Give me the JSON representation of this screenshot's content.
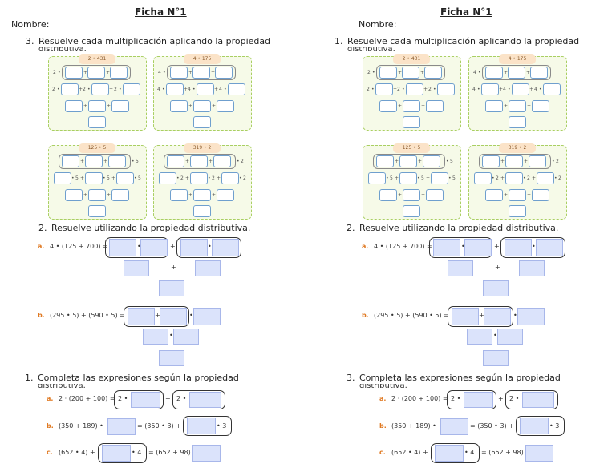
{
  "left": {
    "title": "Ficha N°1",
    "nombre": "Nombre:",
    "q_distributiva": {
      "number": "3.",
      "text": "Resuelve cada multiplicación aplicando la propiedad"
    },
    "q_resuelve": {
      "number": "2.",
      "text": "Resuelve utilizando la propiedad distributiva."
    },
    "q_completa": {
      "number": "1.",
      "text": "Completa las expresiones según la propiedad"
    }
  },
  "right": {
    "title": "Ficha N°1",
    "nombre": "Nombre:",
    "q_distributiva": {
      "number": "1.",
      "text": "Resuelve cada multiplicación aplicando la propiedad"
    },
    "q_resuelve": {
      "number": "2.",
      "text": "Resuelve utilizando la propiedad distributiva."
    },
    "q_completa": {
      "number": "3.",
      "text": "Completa las expresiones según la propiedad"
    }
  },
  "cutoff_text": "distributiva.",
  "panels": {
    "p1": {
      "tag": "2 • 431",
      "factor": "2"
    },
    "p2": {
      "tag": "4 • 175",
      "factor": "4"
    },
    "p3": {
      "tag": "125 • 5",
      "factor": "5"
    },
    "p4": {
      "tag": "319 • 2",
      "factor": "2"
    }
  },
  "ops": {
    "dot": "•",
    "plus": "+",
    "times": "•"
  },
  "ex_a": {
    "label": "a.",
    "expr": "4 • (125 + 700) ="
  },
  "ex_b": {
    "label": "b.",
    "expr": "(295 • 5) + (590 • 5) ="
  },
  "comp_a": {
    "label": "a.",
    "lhs": "2 · (200 + 100) =",
    "two": "2 •"
  },
  "comp_b": {
    "label": "b.",
    "lhs": "(350 + 189) •",
    "mid": "= (350 • 3) +",
    "tail": "• 3"
  },
  "comp_c": {
    "label": "c.",
    "lhs": "(652 • 4) +",
    "tail": "• 4",
    "mid": "= (652 + 98) •"
  }
}
